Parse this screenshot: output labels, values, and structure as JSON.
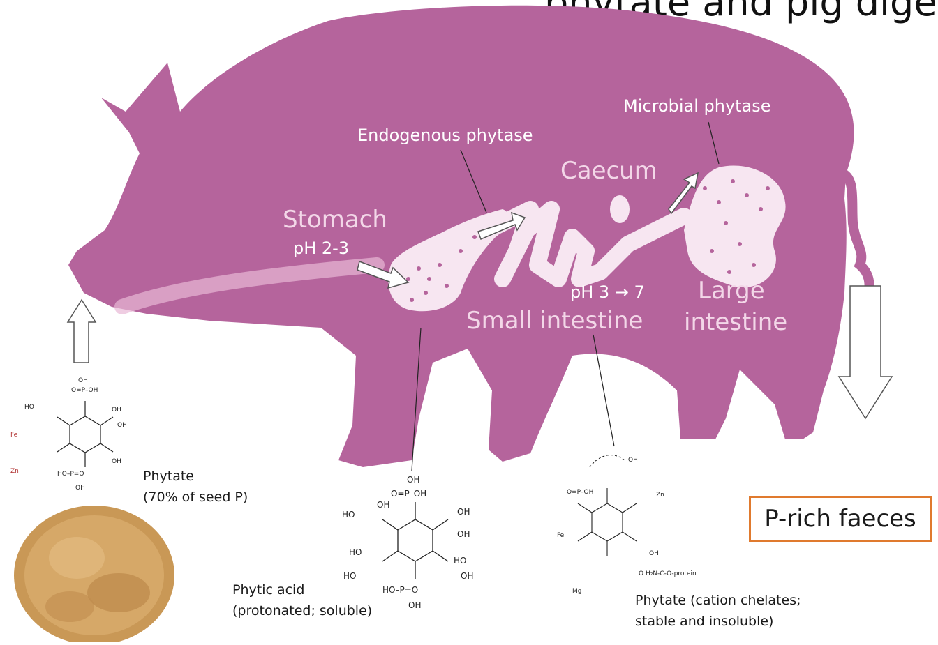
{
  "title_partial": "phytate and pig digestion",
  "labels": {
    "stomach": "Stomach",
    "stomach_ph": "pH 2-3",
    "endogenous_phytase": "Endogenous phytase",
    "microbial_phytase": "Microbial phytase",
    "caecum": "Caecum",
    "small_intestine": "Small intestine",
    "small_intestine_ph": "pH 3 → 7",
    "large_intestine_1": "Large",
    "large_intestine_2": "intestine",
    "phytate_feed_1": "Phytate",
    "phytate_feed_2": "(70% of seed P)",
    "phytic_acid_1": "Phytic acid",
    "phytic_acid_2": "(protonated; soluble)",
    "phytate_chelate_1": "Phytate (cation chelates;",
    "phytate_chelate_2": "stable and insoluble)",
    "faeces": "P-rich faeces"
  },
  "chem": {
    "oh": "OH",
    "ho": "HO",
    "po_oh": "O=P–OH",
    "ho_po": "HO–P=O",
    "fe": "Fe",
    "zn": "Zn",
    "mg": "Mg",
    "protein": "O H₂N-C-O-protein"
  },
  "colors": {
    "pig": "#b5649c",
    "faeces_border": "#e07a2e",
    "label_pale": "#f3d7e8"
  }
}
